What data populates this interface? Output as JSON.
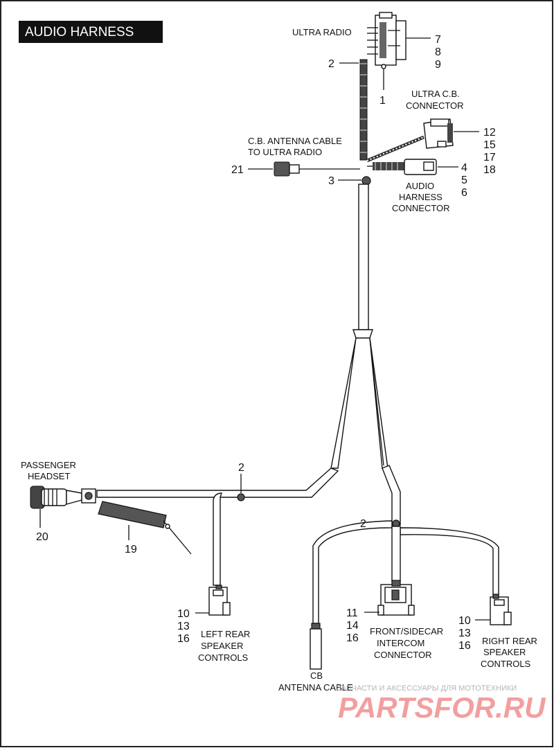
{
  "title": "AUDIO HARNESS",
  "labels": {
    "ultra_radio": "ULTRA RADIO",
    "ultra_cb_connector": [
      "ULTRA C.B.",
      "CONNECTOR"
    ],
    "cb_antenna_cable_to_radio": [
      "C.B. ANTENNA CABLE",
      "TO ULTRA RADIO"
    ],
    "audio_harness_connector": [
      "AUDIO",
      "HARNESS",
      "CONNECTOR"
    ],
    "passenger_headset": [
      "PASSENGER",
      "HEADSET"
    ],
    "left_rear_speaker_controls": [
      "LEFT REAR",
      "SPEAKER",
      "CONTROLS"
    ],
    "front_sidecar_intercom": [
      "FRONT/SIDECAR",
      "INTERCOM",
      "CONNECTOR"
    ],
    "right_rear_speaker_controls": [
      "RIGHT REAR",
      "SPEAKER",
      "CONTROLS"
    ],
    "cb_antenna_cable": [
      "CB",
      "ANTENNA CABLE"
    ]
  },
  "callouts": {
    "radio_parts": [
      "7",
      "8",
      "9"
    ],
    "radio_harness": "2",
    "radio_screw": "1",
    "cb_connector_parts": [
      "12",
      "15",
      "17",
      "18"
    ],
    "antenna_plug": "21",
    "junction_clip": "3",
    "audio_connector_parts": [
      "4",
      "5",
      "6"
    ],
    "headset_clip": "2",
    "headset": "20",
    "headset_strap": "19",
    "left_rear_parts": [
      "10",
      "13",
      "16"
    ],
    "right_branch_clip": "2",
    "intercom_parts": [
      "11",
      "14",
      "16"
    ],
    "right_rear_parts": [
      "10",
      "13",
      "16"
    ]
  },
  "watermark": {
    "small": "ЗАПЧАСТИ И АКСЕССУАРЫ ДЛЯ МОТОТЕХНИКИ",
    "big": "PARTSFOR.RU"
  }
}
